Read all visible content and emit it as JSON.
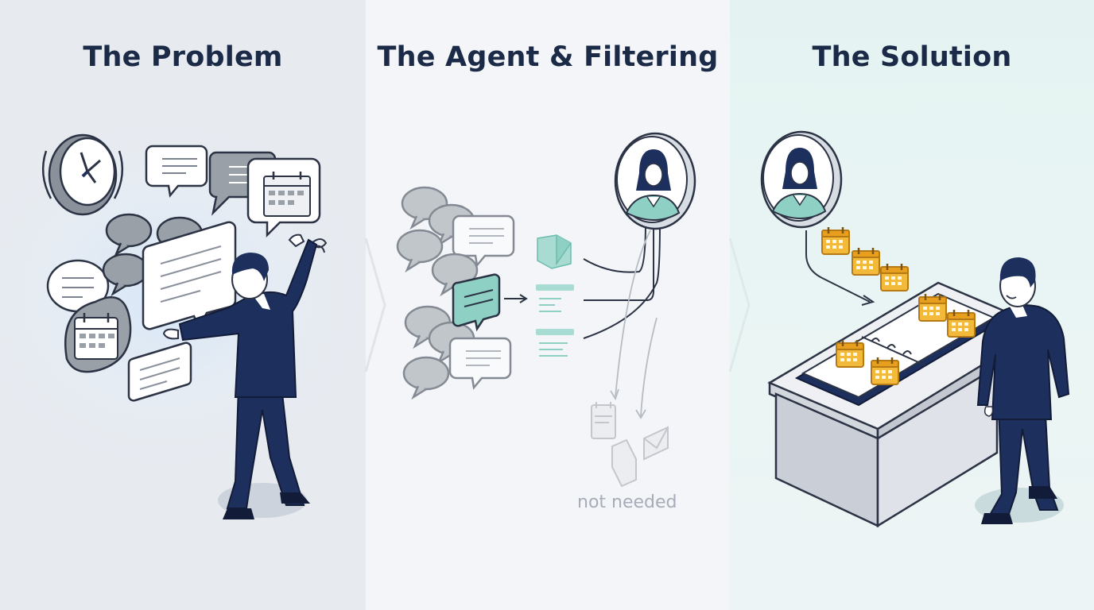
{
  "panels": {
    "problem": {
      "title": "The Problem"
    },
    "agent": {
      "title": "The Agent & Filtering",
      "filtered_label": "not needed"
    },
    "solution": {
      "title": "The Solution"
    }
  },
  "colors": {
    "navy": "#1d2f5c",
    "teal": "#8fd0c4",
    "gold": "#f3b93b",
    "gray_bubble": "#9aa0a8",
    "title": "#1a2a47"
  },
  "icons": [
    "clock-icon",
    "chat-bubble-icon",
    "calendar-icon",
    "avatar-icon",
    "document-icon",
    "envelope-icon"
  ]
}
